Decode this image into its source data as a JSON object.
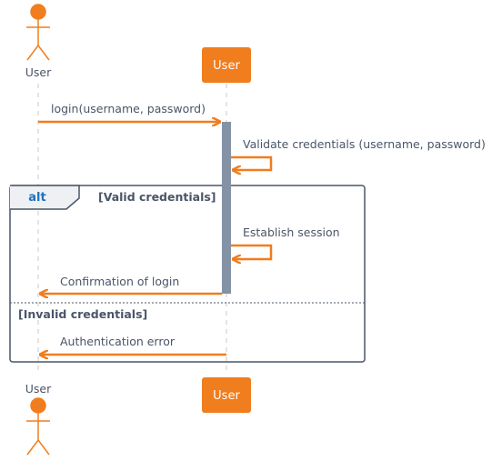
{
  "colors": {
    "accent": "#f07d1e",
    "text": "#4a5568",
    "frame": "#4a5568",
    "alt_keyword": "#1e73be",
    "activation": "#8492a6",
    "lifeline": "#c8c8c8"
  },
  "participants": {
    "actor": {
      "label": "User",
      "icon": "actor-stick-figure-icon"
    },
    "system": {
      "label": "User"
    }
  },
  "messages": [
    {
      "label": "login(username, password)"
    },
    {
      "label": "Validate credentials (username, password)"
    },
    {
      "label": "Establish session"
    },
    {
      "label": "Confirmation of login"
    },
    {
      "label": "Authentication error"
    }
  ],
  "alt_fragment": {
    "keyword": "alt",
    "guards": [
      "[Valid credentials]",
      "[Invalid credentials]"
    ]
  }
}
